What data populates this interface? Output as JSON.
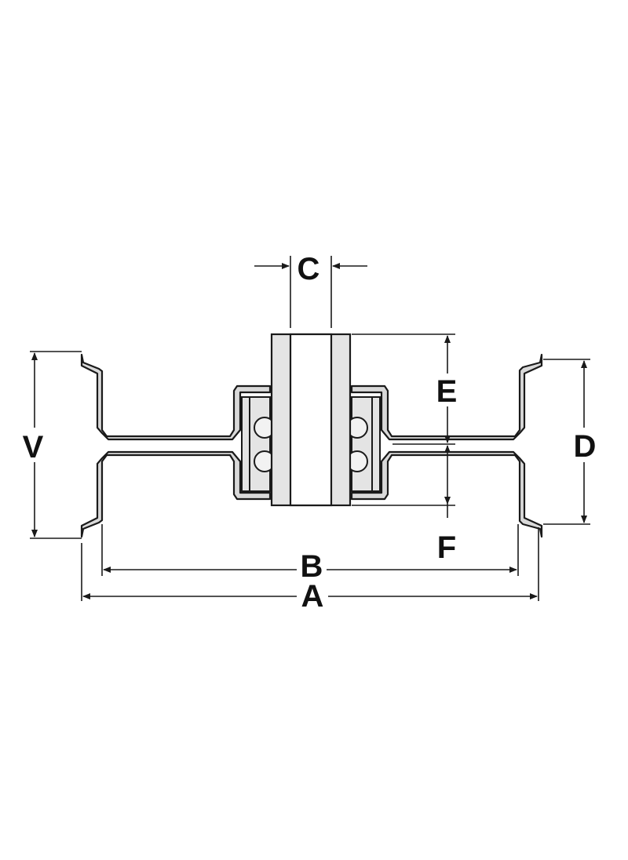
{
  "diagram": {
    "labels": {
      "a": "A",
      "b": "B",
      "c": "C",
      "d": "D",
      "e": "E",
      "f": "F",
      "v": "V"
    },
    "colors": {
      "line": "#1a1a1a",
      "part_fill": "#d9d9d9",
      "bearing_fill": "#e4e4e4",
      "background": "#ffffff"
    }
  }
}
